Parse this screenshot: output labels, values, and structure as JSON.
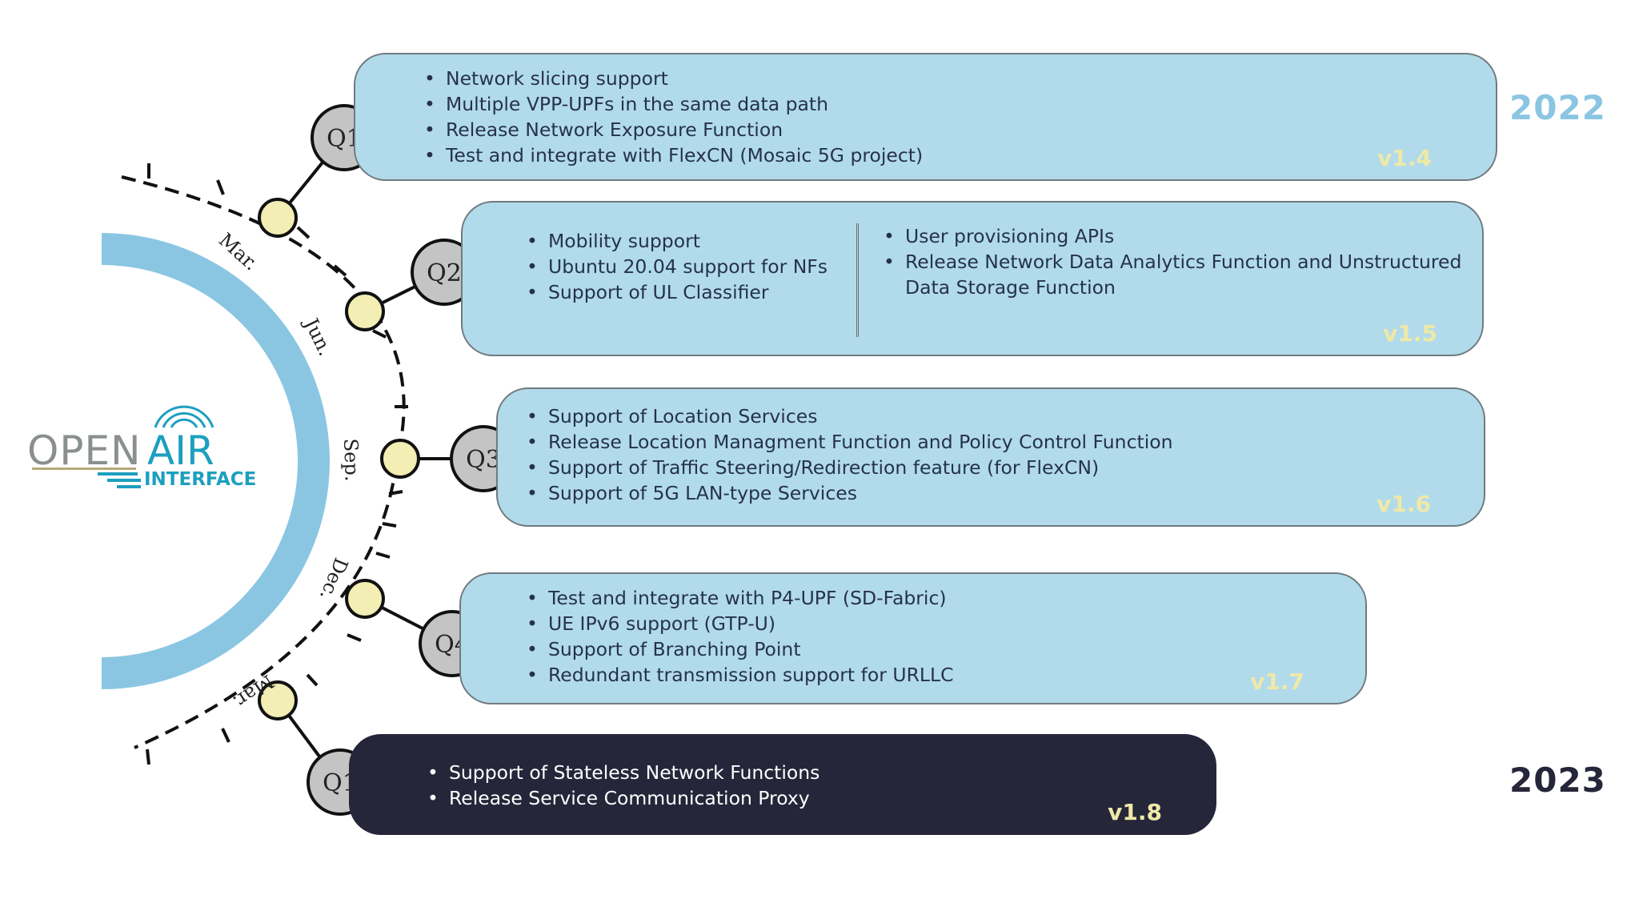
{
  "logo": {
    "open": "OPEN",
    "air": "AIR",
    "interface": "INTERFACE"
  },
  "years": {
    "y2022": "2022",
    "y2023": "2023"
  },
  "months": {
    "m1": "Mar.",
    "m2": "Jun.",
    "m3": "Sep.",
    "m4": "Dec.",
    "m5": "Mar."
  },
  "quarters": {
    "q1": "Q1",
    "q2": "Q2",
    "q3": "Q3",
    "q4": "Q4",
    "q5": "Q1"
  },
  "releases": {
    "r14": {
      "version": "v1.4",
      "items": [
        "Network slicing support",
        "Multiple VPP-UPFs in the same data path",
        "Release Network Exposure Function",
        "Test and integrate with FlexCN (Mosaic 5G project)"
      ]
    },
    "r15": {
      "version": "v1.5",
      "left": [
        "Mobility support",
        "Ubuntu 20.04 support for NFs",
        "Support of UL Classifier"
      ],
      "right": [
        "User provisioning APIs",
        "Release Network Data Analytics Function and Unstructured",
        "Data Storage Function"
      ]
    },
    "r16": {
      "version": "v1.6",
      "items": [
        "Support of Location Services",
        "Release Location Managment Function and Policy Control Function",
        "Support of Traffic Steering/Redirection feature (for FlexCN)",
        "Support of 5G LAN-type Services"
      ]
    },
    "r17": {
      "version": "v1.7",
      "items": [
        "Test and integrate with P4-UPF (SD-Fabric)",
        "UE IPv6 support (GTP-U)",
        "Support of Branching Point",
        "Redundant transmission support for URLLC"
      ]
    },
    "r18": {
      "version": "v1.8",
      "items": [
        "Support of Stateless Network Functions",
        "Release Service Communication Proxy"
      ]
    }
  },
  "colors": {
    "box_fill": "#b1dbea",
    "box_dark": "#26263a",
    "year_2022": "#8ac6e2",
    "year_2023": "#26263a",
    "arc": "#8ac6e2",
    "milestone": "#f2eeb4",
    "quarter_circle": "#c4c4c4",
    "version_text": "#efe9a8"
  }
}
